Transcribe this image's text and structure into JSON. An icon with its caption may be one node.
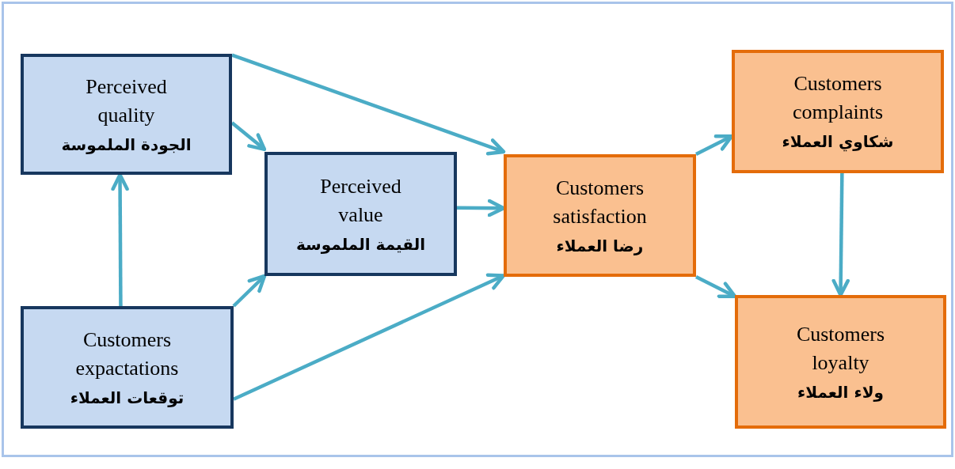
{
  "diagram": {
    "nodes": [
      {
        "text": [
          "Perceived quality",
          "الجودة الملموسة"
        ]
      },
      {
        "text": [
          "Perceived value",
          "القيمة الملموسة"
        ]
      },
      {
        "text": [
          "Customers expactations",
          "توقعات العملاء"
        ]
      },
      {
        "text": [
          "Customers satisfaction",
          "رضا العملاء"
        ]
      },
      {
        "text": [
          "Customers complaints",
          "شكاوي العملاء"
        ]
      },
      {
        "text": [
          "Customers loyalty",
          "ولاء العملاء"
        ]
      }
    ],
    "edges": [
      {
        "from": 0,
        "to": 3,
        "arrow": "to"
      },
      {
        "from": 0,
        "to": 1,
        "arrow": "to"
      },
      {
        "from": 2,
        "to": 0,
        "arrow": "to"
      },
      {
        "from": 2,
        "to": 1,
        "arrow": "to"
      },
      {
        "from": 2,
        "to": 3,
        "arrow": "to"
      },
      {
        "from": 1,
        "to": 3,
        "arrow": "to"
      },
      {
        "from": 3,
        "to": 4,
        "arrow": "to"
      },
      {
        "from": 3,
        "to": 5,
        "arrow": "to"
      },
      {
        "from": 4,
        "to": 5,
        "arrow": "to"
      }
    ]
  }
}
